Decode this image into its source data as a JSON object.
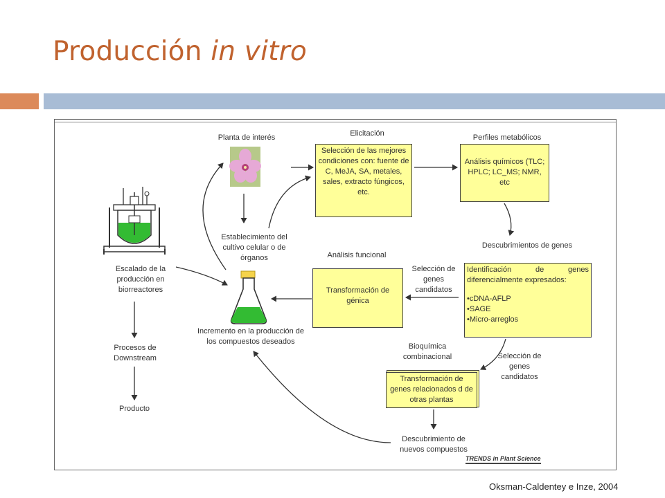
{
  "slide": {
    "title_main": "Producción ",
    "title_italic": "in vitro",
    "citation": "Oksman-Caldentey e Inze, 2004"
  },
  "diagram": {
    "planta": "Planta de interés",
    "elicitacion": "Elicitación",
    "seleccion_condiciones": "Selección de las mejores condiciones con: fuente de C, MeJA, SA, metales, sales, extracto fúngicos, etc.",
    "perfiles": "Perfiles metabólicos",
    "analisis_quimicos": "Análisis químicos (TLC; HPLC; LC_MS; NMR, etc",
    "establecimiento": "Establecimiento del cultivo celular o de órganos",
    "descubrimientos_genes": "Descubrimientos de genes",
    "analisis_funcional": "Análisis funcional",
    "seleccion_genes_1": "Selección de genes candidatos",
    "identificacion": "Identificación de genes diferencialmente expresados:",
    "identificacion_items": [
      "•cDNA-AFLP",
      "•SAGE",
      "•Micro-arreglos"
    ],
    "transformacion_genica": "Transformación de génica",
    "escalado": "Escalado de la producción en biorreactores",
    "incremento": "Incremento en la producción de los compuestos deseados",
    "procesos": "Procesos de Downstream",
    "bioquimica": "Bioquímica combinacional",
    "seleccion_genes_2": "Selección de genes candidatos",
    "transformacion_otras": "Transformación de genes relacionados d de otras plantas",
    "producto": "Producto",
    "descubrimiento_compuestos": "Descubrimiento de nuevos compuestos",
    "source_logo": "TRENDS in Plant Science"
  },
  "colors": {
    "title": "#c0622e",
    "bar_orange": "#dc8a5a",
    "bar_blue": "#a8bcd5",
    "box_fill": "#ffff99",
    "liquid": "#33bb33"
  },
  "icons": [
    "bioreactor-icon",
    "flower-photo",
    "flask-icon"
  ]
}
